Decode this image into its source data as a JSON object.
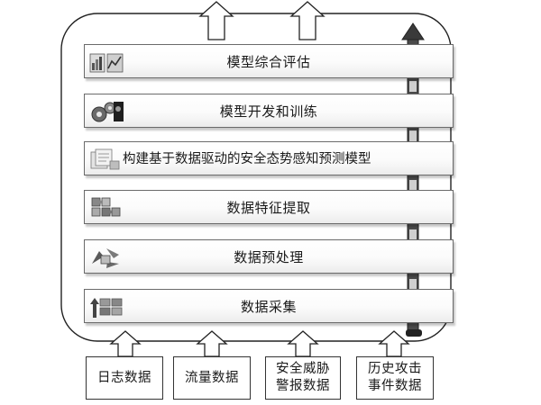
{
  "layers": [
    {
      "label": "模型综合评估",
      "icon": "chart-icon"
    },
    {
      "label": "模型开发和训练",
      "icon": "gears-icon"
    },
    {
      "label": "构建基于数据驱动的安全态势感知预测模型",
      "icon": "documents-icon"
    },
    {
      "label": "数据特征提取",
      "icon": "puzzle-icon"
    },
    {
      "label": "数据预处理",
      "icon": "recycle-icon"
    },
    {
      "label": "数据采集",
      "icon": "collect-icon"
    }
  ],
  "sources": [
    {
      "line1": "日志数据",
      "line2": ""
    },
    {
      "line1": "流量数据",
      "line2": ""
    },
    {
      "line1": "安全威胁",
      "line2": "警报数据"
    },
    {
      "line1": "历史攻击",
      "line2": "事件数据"
    }
  ]
}
